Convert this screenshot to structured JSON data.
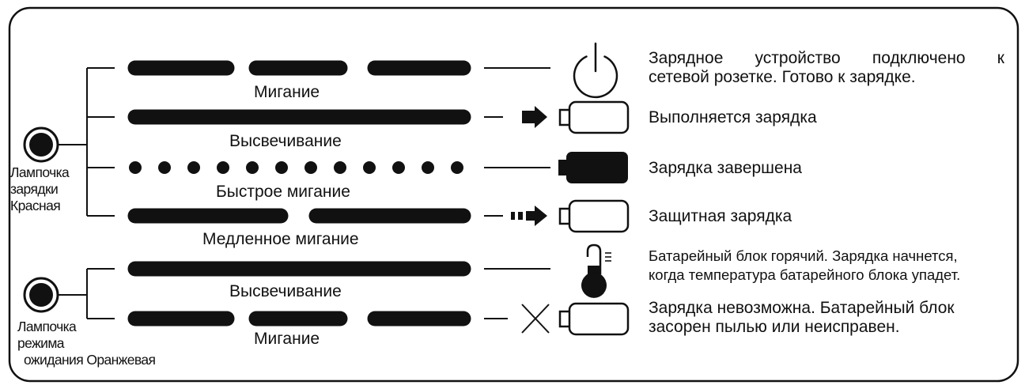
{
  "lamps": {
    "red": {
      "label_lines": [
        "Лампочка",
        "зарядки",
        "Красная"
      ],
      "color": "#111111"
    },
    "orange": {
      "label_lines": [
        "Лампочка",
        "режима",
        "ожидания Оранжевая"
      ],
      "color": "#111111"
    }
  },
  "rows": [
    {
      "pattern": "Мигание",
      "icon": "power-icon",
      "description_lines": [
        "Зарядное устройство подключено к",
        "сетевой розетке. Готово к зарядке."
      ]
    },
    {
      "pattern": "Высвечивание",
      "icon": "charging-battery-icon",
      "description_lines": [
        "Выполняется зарядка"
      ]
    },
    {
      "pattern": "Быстрое мигание",
      "icon": "full-battery-icon",
      "description_lines": [
        "Зарядка завершена"
      ]
    },
    {
      "pattern": "Медленное мигание",
      "icon": "protective-charge-icon",
      "description_lines": [
        "Защитная зарядка"
      ]
    },
    {
      "pattern": "Высвечивание",
      "icon": "thermometer-icon",
      "description_lines": [
        "Батарейный блок горячий. Зарядка начнется,",
        "когда температура батарейного блока упадет."
      ]
    },
    {
      "pattern": "Мигание",
      "icon": "battery-error-icon",
      "description_lines": [
        "Зарядка невозможна. Батарейный блок",
        "засорен пылью или неисправен."
      ]
    }
  ],
  "colors": {
    "ink": "#111111",
    "background": "#ffffff"
  }
}
